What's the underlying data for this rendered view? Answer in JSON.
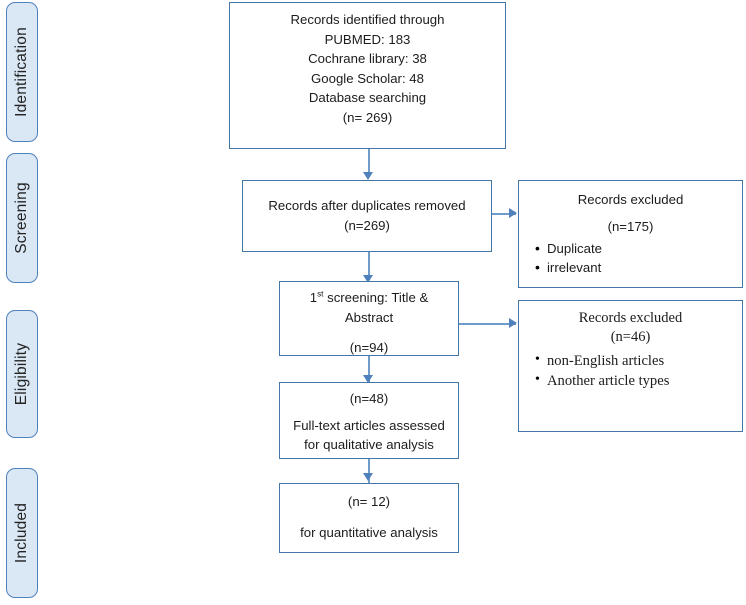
{
  "diagram": {
    "title": "PRISMA study selection flow diagram",
    "accent_border": "#4576a8",
    "connector_color": "#6f9ccb",
    "stage_fill": "#dae7f4",
    "stage_border": "#4f81bd"
  },
  "stages": [
    {
      "id": "identification",
      "label": "Identification"
    },
    {
      "id": "screening",
      "label": "Screening"
    },
    {
      "id": "eligibility",
      "label": "Eligibility"
    },
    {
      "id": "included",
      "label": "Included"
    }
  ],
  "boxes": {
    "identified": {
      "lines": [
        "Records identified through",
        "PUBMED: 183",
        "Cochrane library: 38",
        "Google Scholar: 48",
        "Database searching",
        "(n= 269)"
      ]
    },
    "after_duplicates": {
      "lines": [
        "Records after duplicates removed",
        "(n=269)"
      ]
    },
    "first_screening": {
      "line1_prefix": "1",
      "line1_sup": "st",
      "line1_rest": " screening: Title &",
      "line2": "Abstract",
      "line3": "(n=94)"
    },
    "full_text": {
      "lines": [
        "(n=48)",
        "Full-text articles assessed",
        "for qualitative analysis"
      ]
    },
    "quantitative": {
      "lines": [
        "(n= 12)",
        "for quantitative analysis"
      ]
    },
    "excluded_one": {
      "heading": "Records excluded",
      "count": "(n=175)",
      "reasons": [
        "Duplicate",
        "irrelevant"
      ]
    },
    "excluded_two": {
      "heading": "Records excluded",
      "count": "(n=46)",
      "reasons": [
        "non-English articles",
        "Another article types"
      ]
    }
  }
}
